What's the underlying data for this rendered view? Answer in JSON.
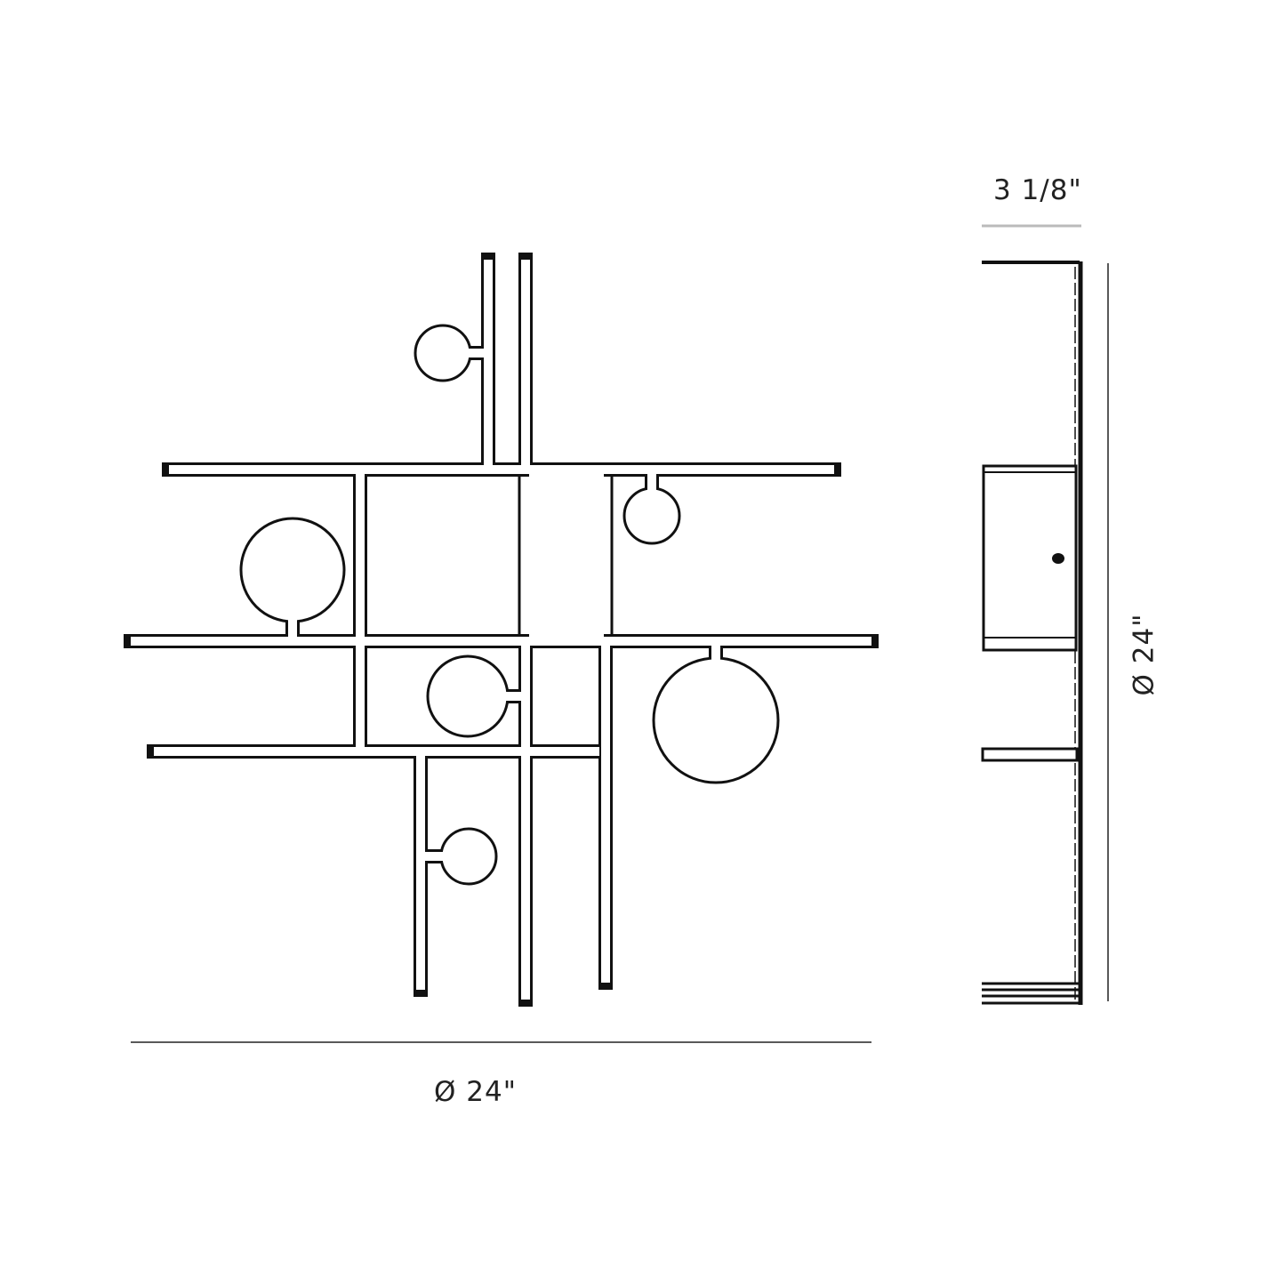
{
  "dimensions": {
    "width_label": "Ø 24\"",
    "depth_label": "3 1/8\"",
    "height_label": "Ø 24\""
  },
  "colors": {
    "line": "#111111",
    "dimension_line": "#222222",
    "depth_line": "#bbbbbb"
  }
}
